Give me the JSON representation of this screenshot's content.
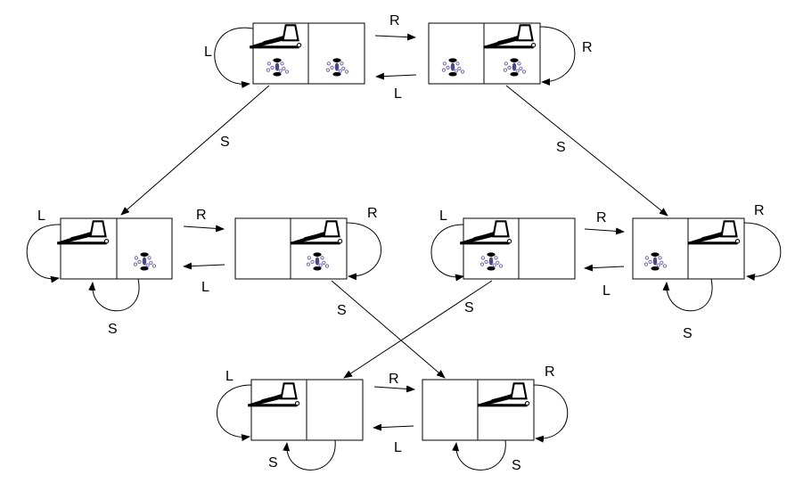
{
  "labels": {
    "left": "L",
    "right": "R",
    "suck": "S"
  },
  "colors": {
    "stroke": "#000000",
    "dirt_accent": "#6a5fb8",
    "background": "#ffffff"
  },
  "icons": {
    "vacuum": "vacuum-cleaner-icon",
    "dirt": "dirt-pile-icon"
  },
  "states": [
    {
      "id": "state-1",
      "vacuum": "left",
      "dirt_left": true,
      "dirt_right": true
    },
    {
      "id": "state-2",
      "vacuum": "right",
      "dirt_left": true,
      "dirt_right": true
    },
    {
      "id": "state-3",
      "vacuum": "left",
      "dirt_left": false,
      "dirt_right": true
    },
    {
      "id": "state-4",
      "vacuum": "right",
      "dirt_left": false,
      "dirt_right": true
    },
    {
      "id": "state-5",
      "vacuum": "left",
      "dirt_left": true,
      "dirt_right": false
    },
    {
      "id": "state-6",
      "vacuum": "right",
      "dirt_left": true,
      "dirt_right": false
    },
    {
      "id": "state-7",
      "vacuum": "left",
      "dirt_left": false,
      "dirt_right": false
    },
    {
      "id": "state-8",
      "vacuum": "right",
      "dirt_left": false,
      "dirt_right": false
    }
  ]
}
